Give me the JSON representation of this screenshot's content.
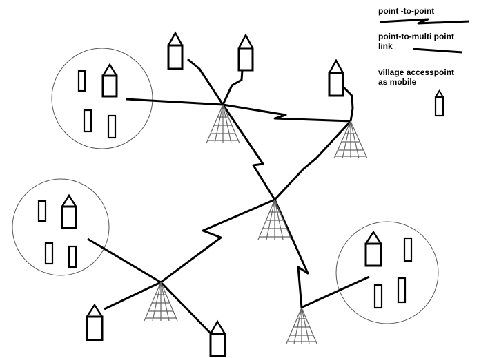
{
  "legend": {
    "point_to_point": "point -to-point",
    "point_to_multipoint_line1": "point-to-multi point",
    "point_to_multipoint_line2": "link",
    "village_line1": "village accesspoint",
    "village_line2": "as mobile"
  },
  "colors": {
    "stroke": "#000000",
    "circle": "#555555",
    "tower": "#666666",
    "background": "#ffffff"
  },
  "icons": [
    "tower-icon",
    "house-icon",
    "mobile-icon",
    "village-circle"
  ]
}
